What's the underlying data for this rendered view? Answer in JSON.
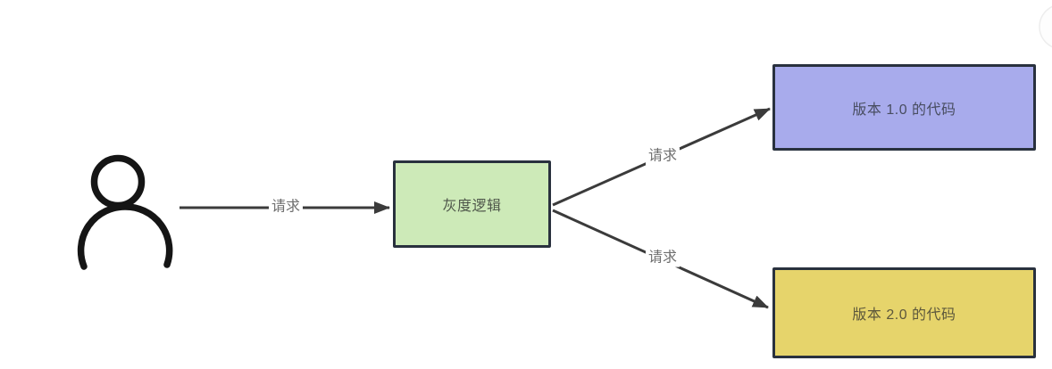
{
  "nodes": [
    {
      "id": "gray-logic",
      "label": "灰度逻辑",
      "fill": "#cdeab8",
      "border": "#29313e",
      "text_color": "#4f574b"
    },
    {
      "id": "version-1",
      "label": "版本 1.0 的代码",
      "fill": "#a8abec",
      "border": "#29313e",
      "text_color": "#484d60"
    },
    {
      "id": "version-2",
      "label": "版本 2.0 的代码",
      "fill": "#e6d46b",
      "border": "#29313e",
      "text_color": "#5c573c"
    }
  ],
  "edges": [
    {
      "from": "user",
      "to": "gray-logic",
      "label": "请求"
    },
    {
      "from": "gray-logic",
      "to": "version-1",
      "label": "请求"
    },
    {
      "from": "gray-logic",
      "to": "version-2",
      "label": "请求"
    }
  ],
  "icons": {
    "actor": "person-outline-icon",
    "corner": "faint-circle-fragment"
  },
  "colors": {
    "arrow": "#3b3b3b",
    "edge_label_text": "#6e6e6e",
    "actor_icon": "#151515",
    "background": "#ffffff"
  }
}
